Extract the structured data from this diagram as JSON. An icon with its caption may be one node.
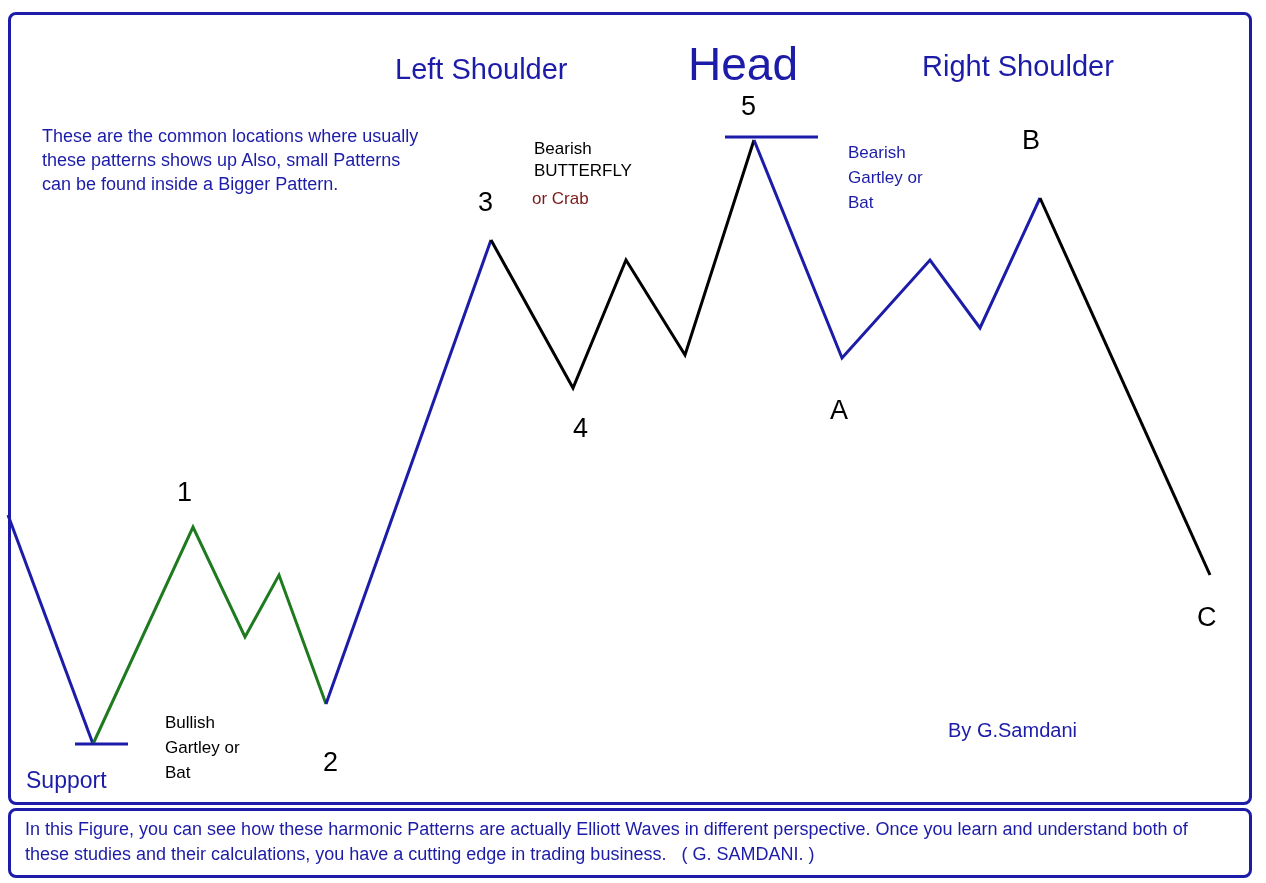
{
  "diagram": {
    "caption": "In this Figure, you can see how these harmonic Patterns are actually Elliott Waves in different perspective. Once you learn and understand both of these studies and their calculations, you have a cutting edge in trading business.   ( G. SAMDANI. )",
    "labels": [
      "Left Shoulder",
      "Head",
      "Right Shoulder",
      "5",
      "These are the common locations where usually these patterns shows up Also, small Patterns can be found inside a Bigger Pattern.",
      "Bearish BUTTERFLY",
      "or Crab",
      "Bearish Gartley or Bat",
      "B",
      "3",
      "4",
      "A",
      "1",
      "C",
      "Bullish Gartley or Bat",
      "2",
      "Support",
      "By G.Samdani"
    ]
  }
}
